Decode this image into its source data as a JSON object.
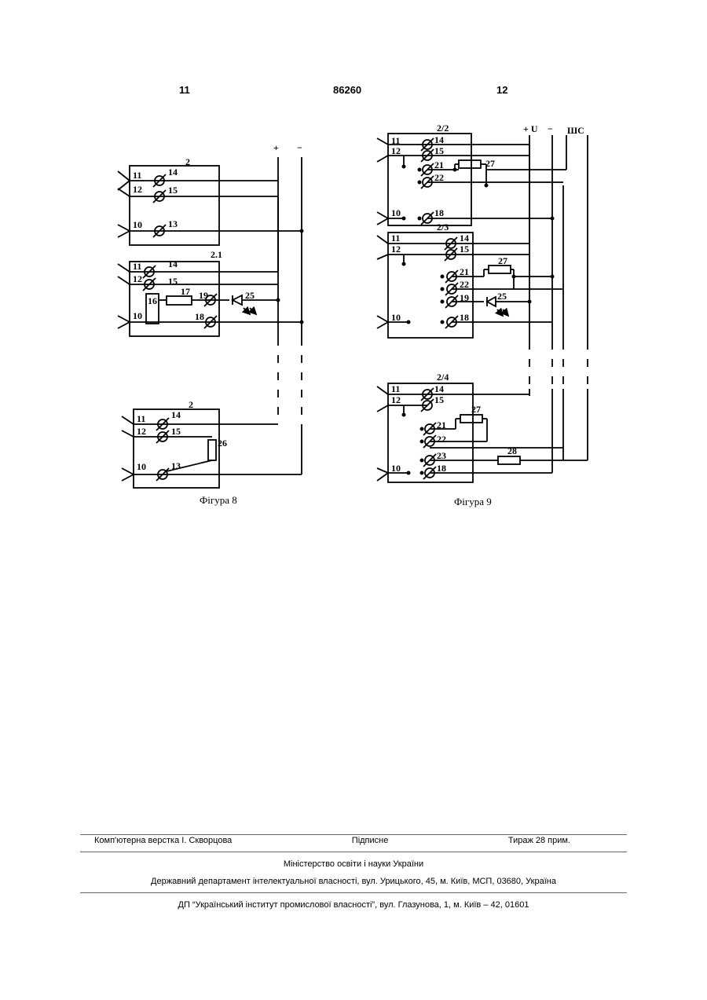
{
  "header": {
    "left_page": "11",
    "patent_number": "86260",
    "right_page": "12"
  },
  "fig8": {
    "caption": "Фігура 8",
    "polarity_plus": "+",
    "polarity_minus": "−",
    "block1": {
      "title": "2",
      "terminals": [
        "11",
        "14",
        "12",
        "15",
        "10",
        "13"
      ]
    },
    "block2": {
      "title": "2.1",
      "terminals": [
        "11",
        "14",
        "12",
        "15",
        "16",
        "17",
        "19",
        "25",
        "10",
        "18"
      ]
    },
    "block3": {
      "title": "2",
      "terminals": [
        "11",
        "14",
        "12",
        "15",
        "26",
        "10",
        "13"
      ]
    }
  },
  "fig9": {
    "caption": "Фігура 9",
    "bus_labels": {
      "plus_u": "+ U",
      "minus": "−",
      "shs": "ШС"
    },
    "block1": {
      "title": "2/2",
      "terminals": [
        "11",
        "14",
        "12",
        "15",
        "21",
        "27",
        "22",
        "10",
        "18"
      ]
    },
    "block2": {
      "title": "2/3",
      "terminals": [
        "11",
        "14",
        "12",
        "15",
        "27",
        "21",
        "22",
        "19",
        "25",
        "10",
        "18"
      ]
    },
    "block3": {
      "title": "2/4",
      "terminals": [
        "11",
        "14",
        "12",
        "15",
        "27",
        "21",
        "22",
        "23",
        "28",
        "10",
        "18"
      ]
    }
  },
  "footer": {
    "typesetter": "Комп'ютерна верстка І. Скворцова",
    "signature": "Підписне",
    "circulation": "Тираж 28 прим.",
    "ministry": "Міністерство освіти і науки України",
    "department": "Державний департамент інтелектуальної власності, вул. Урицького, 45, м. Київ, МСП, 03680, Україна",
    "institute": "ДП “Український інститут промислової власності”, вул. Глазунова, 1, м. Київ – 42, 01601"
  }
}
